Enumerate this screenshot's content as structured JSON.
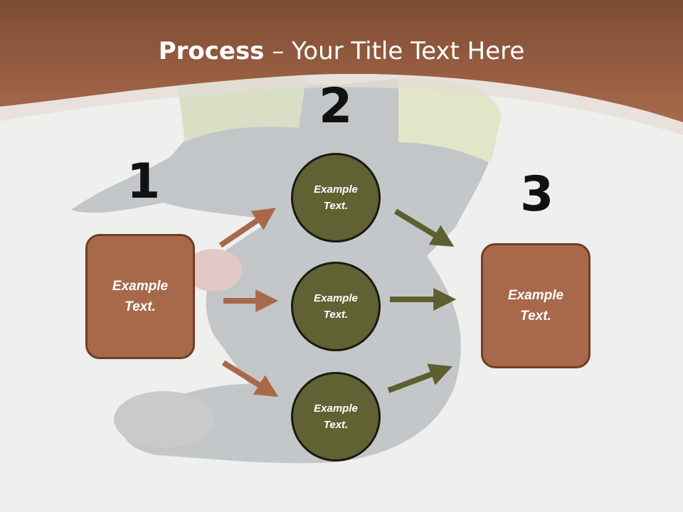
{
  "title": {
    "bold": "Process",
    "rest": " – Your Title Text Here"
  },
  "steps": [
    {
      "number": "1",
      "label": "Example Text."
    },
    {
      "number": "2",
      "items": [
        {
          "label": "Example Text."
        },
        {
          "label": "Example Text."
        },
        {
          "label": "Example Text."
        }
      ]
    },
    {
      "number": "3",
      "label": "Example Text."
    }
  ],
  "colors": {
    "header": "#a8694b",
    "box_fill": "#a8694b",
    "circle_fill": "#616233",
    "arrow_in": "#a8694b",
    "arrow_out": "#5e5f30"
  }
}
